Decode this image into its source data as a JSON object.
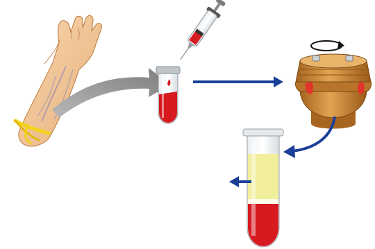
{
  "diagram": {
    "steps": [
      {
        "name": "arm-blood-draw",
        "icon": "arm-with-tourniquet"
      },
      {
        "name": "syringe-transfer",
        "icon": "syringe"
      },
      {
        "name": "collection-tube",
        "icon": "blood-tube"
      },
      {
        "name": "centrifuge",
        "icon": "centrifuge"
      },
      {
        "name": "separated-sample",
        "icon": "separated-tube"
      }
    ],
    "colors": {
      "skin": "#f2c79a",
      "blood": "#d71920",
      "plasma": "#f1ef9b",
      "arrow_blue": "#1a3f98",
      "arrow_gray": "#8f8f8f",
      "centrifuge": "#c98b3a",
      "tourniquet": "#f4d21a"
    },
    "rotation_indicator": "circular-arrow",
    "transfer_arrows": 4
  }
}
